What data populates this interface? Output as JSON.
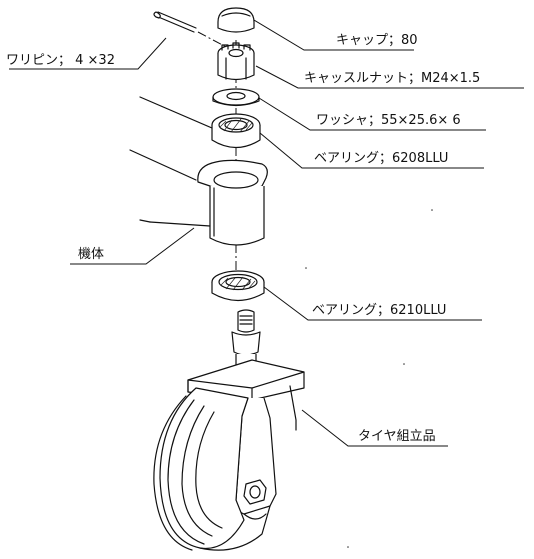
{
  "diagram": {
    "parts": [
      {
        "id": "cap",
        "label": "キャップ；80"
      },
      {
        "id": "castle-nut",
        "label": "キャッスルナット；M24×1.5"
      },
      {
        "id": "washer",
        "label": "ワッシャ；55×25.6× 6"
      },
      {
        "id": "bearing-upper",
        "label": "ベアリング；6208LLU"
      },
      {
        "id": "bearing-lower",
        "label": "ベアリング；6210LLU"
      },
      {
        "id": "split-pin",
        "label": "ワリピン； 4 ×32"
      },
      {
        "id": "body",
        "label": "機体"
      },
      {
        "id": "tire-assembly",
        "label": "タイヤ組立品"
      }
    ]
  }
}
